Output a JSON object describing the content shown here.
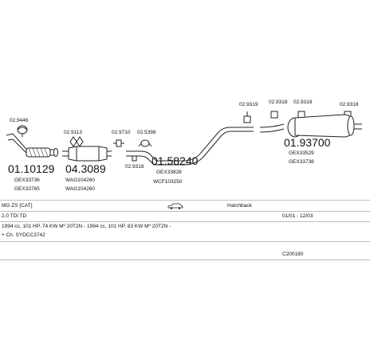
{
  "parts": {
    "p02_9446": "02.9446",
    "p01_10129": "01.10129",
    "gex33736": "GEX33736",
    "gex33765": "GEX33765",
    "p02_9113": "02.9113",
    "p04_3089": "04.3089",
    "wag104260a": "WAG104260",
    "wag104260b": "WAG104260",
    "p02_9710": "02.9710",
    "p02_5398": "02.5398",
    "p02_9318a": "02.9318",
    "p01_58240": "01.58240",
    "gex33828": "GEX33828",
    "wcf103250": "WCF103250",
    "p02_9319": "02.9319",
    "p02_9318b": "02.9318",
    "p02_9318c": "02.9318",
    "p02_9318d": "02.9318",
    "p01_93700": "01.93700",
    "gex33529": "GEX33529",
    "gex33738": "GEX33738"
  },
  "info": {
    "model": "MG ZS  [CAT]",
    "body_type": "Hatchback",
    "engine": "2.0 TDi TD",
    "date_range": "01/01 - 12/03",
    "spec": "1994 cc, 101 HP, 74 KW  Mº 20T2N - 1994 cc, 101 HP, 83 KW  Mº 20T2N -",
    "chassis": "+ Ch. SYDCC3742",
    "catalog_code": "C200180"
  },
  "icons": {
    "car": "hatchback-car-icon"
  }
}
